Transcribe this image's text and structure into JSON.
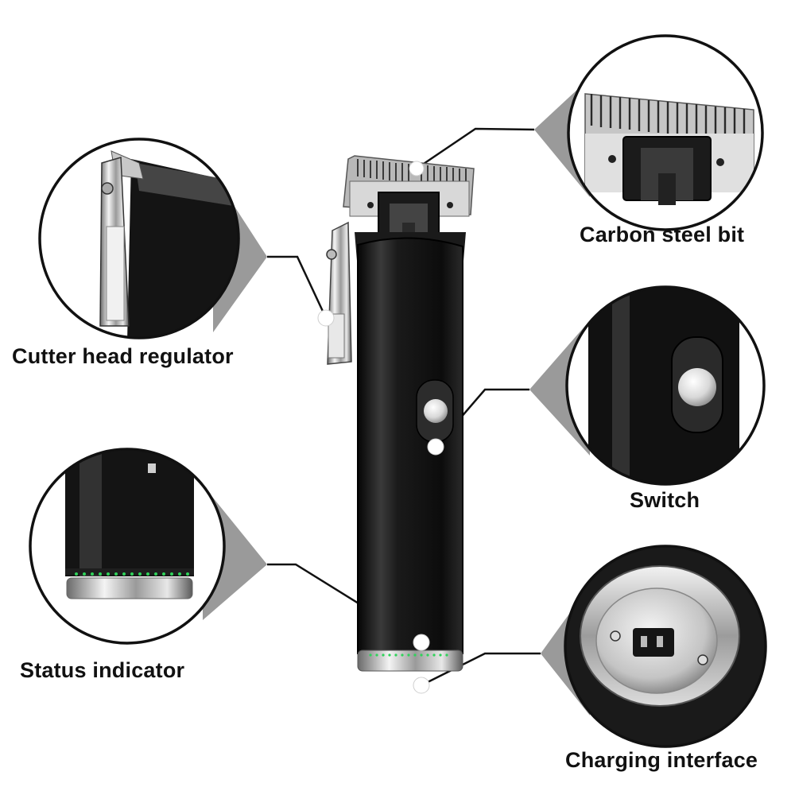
{
  "callouts": [
    {
      "id": "regulator",
      "label": "Cutter head regulator",
      "icon": "regulator-closeup"
    },
    {
      "id": "bit",
      "label": "Carbon steel bit",
      "icon": "blade-closeup"
    },
    {
      "id": "switch",
      "label": "Switch",
      "icon": "switch-closeup"
    },
    {
      "id": "status",
      "label": "Status indicator",
      "icon": "led-ring-closeup"
    },
    {
      "id": "charging",
      "label": "Charging interface",
      "icon": "charging-port-closeup"
    }
  ],
  "colors": {
    "body": "#151515",
    "metal": "#c9c9c9",
    "indicator": "#2fd35a",
    "line": "#111111",
    "cone": "#9a9a9a",
    "label": "#111111"
  }
}
